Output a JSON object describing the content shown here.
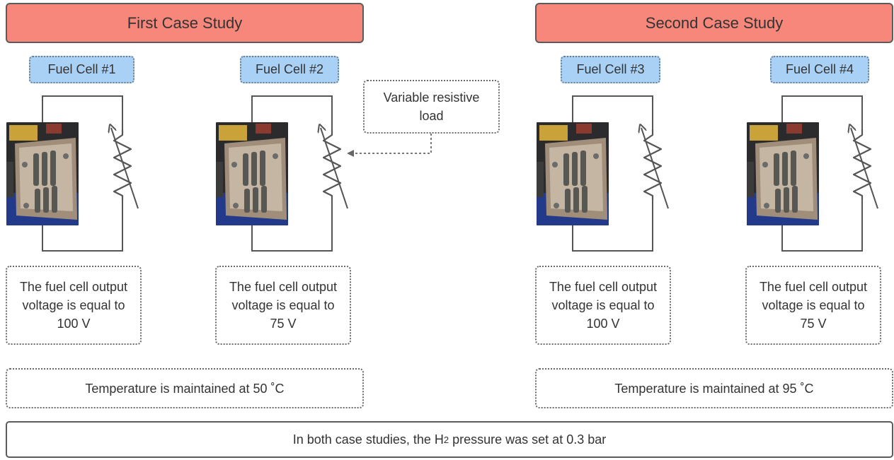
{
  "case_studies": [
    {
      "title": "First Case Study",
      "temperature_text": "Temperature is maintained at 50 ˚C",
      "fuel_cells": [
        {
          "label": "Fuel Cell #1",
          "voltage_line1": "The fuel cell output",
          "voltage_line2": "voltage is equal to",
          "voltage_line3": "100 V"
        },
        {
          "label": "Fuel Cell #2",
          "voltage_line1": "The fuel cell output",
          "voltage_line2": "voltage is equal to",
          "voltage_line3": "75 V"
        }
      ]
    },
    {
      "title": "Second Case Study",
      "temperature_text": "Temperature is maintained at 95 ˚C",
      "fuel_cells": [
        {
          "label": "Fuel Cell #3",
          "voltage_line1": "The fuel cell output",
          "voltage_line2": "voltage is equal to",
          "voltage_line3": "100 V"
        },
        {
          "label": "Fuel Cell #4",
          "voltage_line1": "The fuel cell output",
          "voltage_line2": "voltage is equal to",
          "voltage_line3": "75 V"
        }
      ]
    }
  ],
  "load_label_line1": "Variable resistive",
  "load_label_line2": "load",
  "footer": {
    "prefix": "In both case studies, the H",
    "subscript": "2",
    "suffix": " pressure was set at 0.3 bar"
  },
  "colors": {
    "header_fill": "#f7877b",
    "cell_label_fill": "#a9d1f5",
    "line": "#555555"
  },
  "icons": [
    "fuel-cell-photo",
    "variable-resistor-symbol",
    "dotted-arrow"
  ]
}
